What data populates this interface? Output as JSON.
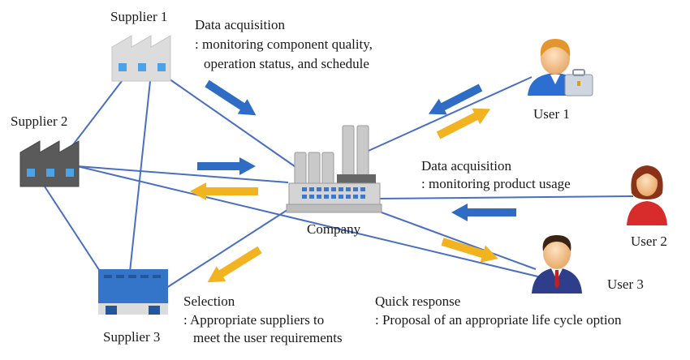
{
  "nodes": {
    "supplier1": "Supplier 1",
    "supplier2": "Supplier 2",
    "supplier3": "Supplier 3",
    "company": "Company",
    "user1": "User 1",
    "user2": "User 2",
    "user3": "User 3"
  },
  "annotations": {
    "supplier_data": {
      "title": "Data acquisition",
      "line1": ": monitoring component quality,",
      "line2": "operation status, and schedule"
    },
    "user_data": {
      "title": "Data acquisition",
      "line1": ": monitoring product usage"
    },
    "selection": {
      "title": "Selection",
      "line1": ": Appropriate suppliers to",
      "line2": "meet the user requirements"
    },
    "quick_response": {
      "title": "Quick response",
      "line1": ": Proposal of an appropriate life cycle option"
    }
  },
  "colors": {
    "link_line": "#4a6fc0",
    "arrow_blue": "#2f6dc4",
    "arrow_yellow": "#f2b320",
    "factory_light": "#dcdcdc",
    "factory_dark": "#5a5a5a",
    "warehouse_blue": "#3575c9",
    "window_blue": "#4aa3e8"
  }
}
